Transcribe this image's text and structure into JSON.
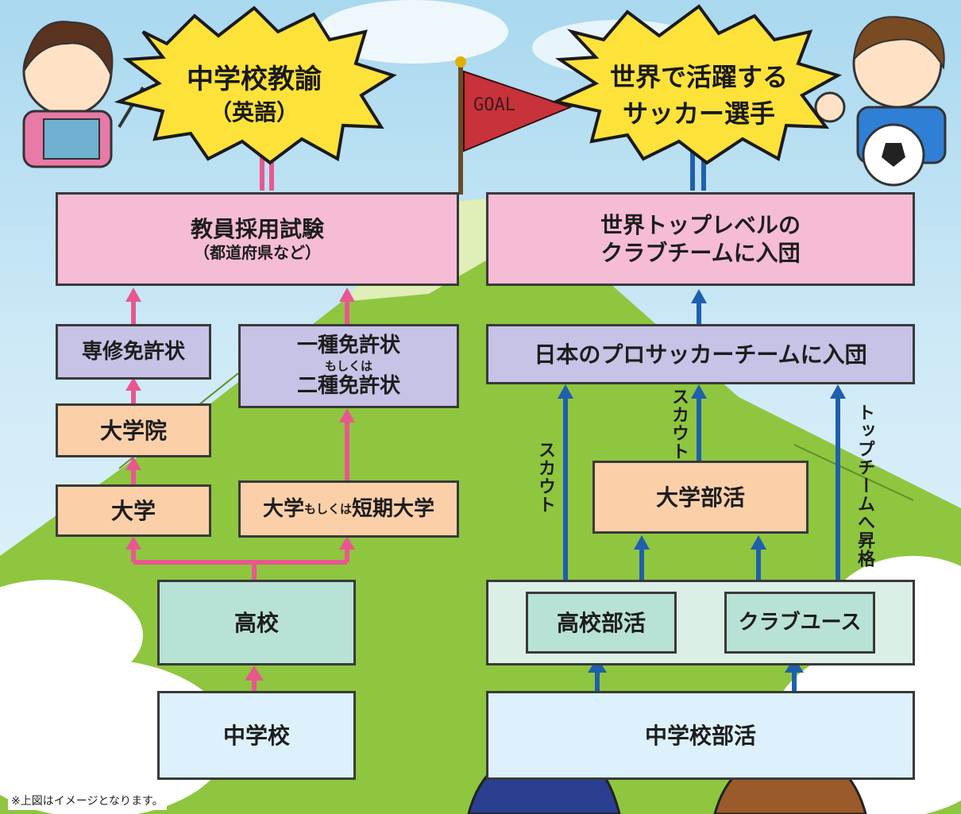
{
  "goals": {
    "teacher_title": "中学校教諭",
    "teacher_sub": "（英語）",
    "soccer_line1": "世界で活躍する",
    "soccer_line2": "サッカー選手",
    "flag_text": "GOAL"
  },
  "teacher_path": {
    "exam_title": "教員採用試験",
    "exam_sub": "（都道府県など）",
    "license_senshu": "専修免許状",
    "license_1_line1": "一種免許状",
    "license_1_line2": "もしくは",
    "license_1_line3": "二種免許状",
    "graduate_school": "大学院",
    "university": "大学",
    "univ_or_junior_a": "大学",
    "univ_or_junior_b": "もしくは",
    "univ_or_junior_c": "短期大学",
    "high_school": "高校",
    "junior_high": "中学校"
  },
  "soccer_path": {
    "top_club_line1": "世界トップレベルの",
    "top_club_line2": "クラブチームに入団",
    "pro_team": "日本のプロサッカーチームに入団",
    "scout_left": "スカウト",
    "scout_mid": "スカウト",
    "promotion": "トップチームへ昇格",
    "university_club": "大学部活",
    "high_school_club": "高校部活",
    "club_youth": "クラブユース",
    "junior_high_club": "中学校部活"
  },
  "colors": {
    "teacher_arrow": "#e8588f",
    "soccer_arrow": "#1f5fae",
    "pink": "#f6bcd6",
    "lavender": "#c6c3e6",
    "peach": "#fbd0a9",
    "mint": "#b8e2d5",
    "sky": "#dcf1fb",
    "bubble": "#fde23a"
  },
  "footnote": "※上図はイメージとなります。"
}
